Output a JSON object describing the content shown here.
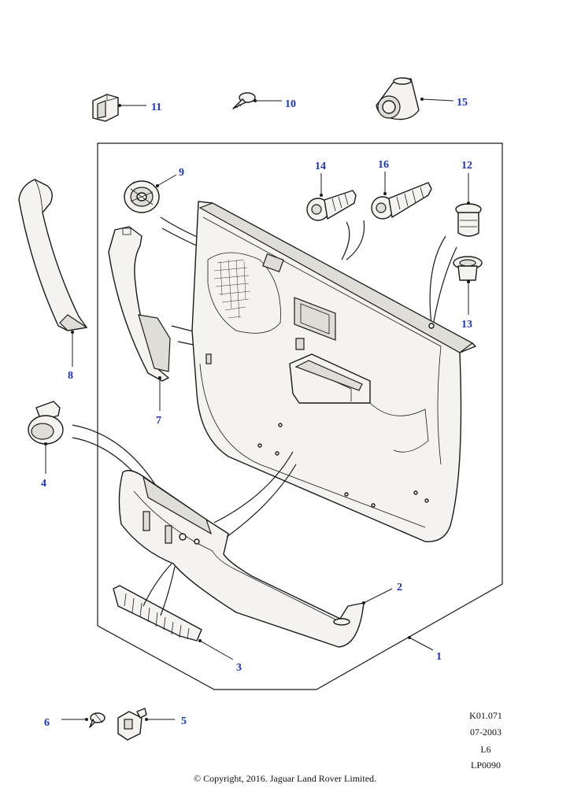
{
  "diagram": {
    "callouts": {
      "c1": "1",
      "c2": "2",
      "c3": "3",
      "c4": "4",
      "c5": "5",
      "c6": "6",
      "c7": "7",
      "c8": "8",
      "c9": "9",
      "c10": "10",
      "c11": "11",
      "c12": "12",
      "c13": "13",
      "c14": "14",
      "c15": "15",
      "c16": "16"
    },
    "colors": {
      "callout": "#1c33c8",
      "line": "#1a1a1a",
      "part_fill": "#f4f3ef"
    }
  },
  "reference": {
    "code": "K01.071",
    "date": "07-2003",
    "level": "L6",
    "plate": "LP0090"
  },
  "footer": {
    "copyright": "© Copyright, 2016. Jaguar Land Rover Limited."
  }
}
